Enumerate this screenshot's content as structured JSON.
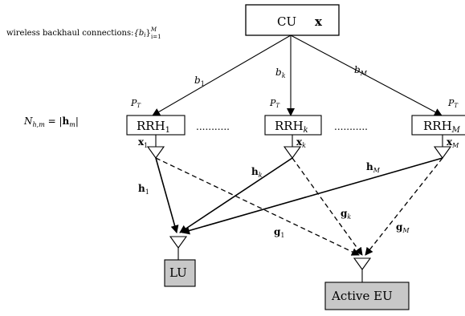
{
  "notes": {
    "backhaul_text": "wireless backhaul connections:",
    "backhaul_set": "{b",
    "backhaul_set_sub": "i",
    "backhaul_set_close": "}",
    "backhaul_sup": "M",
    "backhaul_sub": "i=1",
    "nhm_left": "N",
    "nhm_left_sub": "h,m",
    "nhm_eq": " = |",
    "nhm_vec": "h",
    "nhm_vec_sub": "m",
    "nhm_close": "|"
  },
  "cu": {
    "label": "CU",
    "var": "x"
  },
  "backhaul_labels": [
    {
      "base": "b",
      "sub": "1"
    },
    {
      "base": "b",
      "sub": "k"
    },
    {
      "base": "b",
      "sub": "M"
    }
  ],
  "rrh": [
    {
      "label": "RRH",
      "sub": "1",
      "power": "P",
      "power_sub": "T",
      "signal": "x",
      "signal_sub": "1"
    },
    {
      "label": "RRH",
      "sub": "k",
      "power": "P",
      "power_sub": "T",
      "signal": "x",
      "signal_sub": "k"
    },
    {
      "label": "RRH",
      "sub": "M",
      "power": "P",
      "power_sub": "T",
      "signal": "x",
      "signal_sub": "M"
    }
  ],
  "ellipsis": "...........",
  "channels_h": [
    {
      "base": "h",
      "sub": "1"
    },
    {
      "base": "h",
      "sub": "k"
    },
    {
      "base": "h",
      "sub": "M"
    }
  ],
  "channels_g": [
    {
      "base": "g",
      "sub": "1"
    },
    {
      "base": "g",
      "sub": "k"
    },
    {
      "base": "g",
      "sub": "M"
    }
  ],
  "users": {
    "lu": "LU",
    "eu": "Active EU"
  },
  "colors": {
    "user_fill": "#c8c8c8",
    "line": "#000000"
  }
}
